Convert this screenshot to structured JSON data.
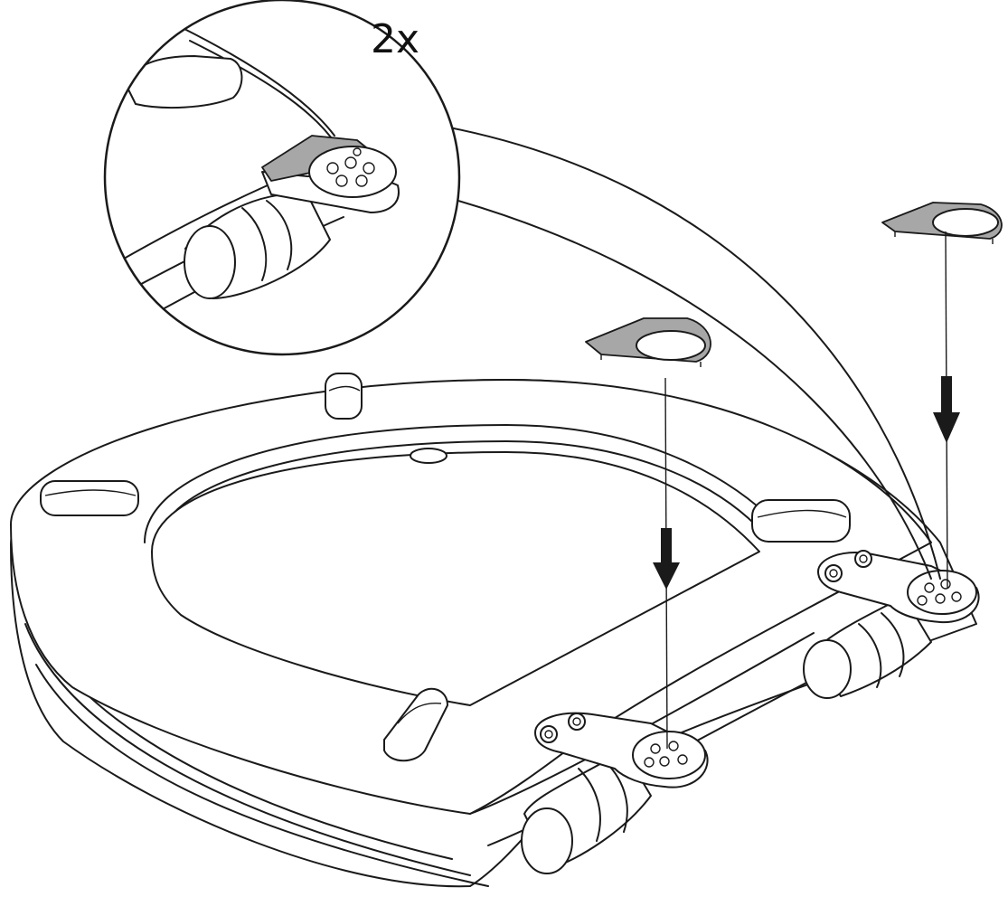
{
  "callout": {
    "quantity_label": "2x"
  },
  "colors": {
    "line": "#1a1a1a",
    "plate_fill": "#a7a7a7",
    "background": "#ffffff"
  },
  "parts": {
    "plate_icon": "hinge-plate-icon",
    "arrow_icon": "down-arrow-icon",
    "seat": "toilet-seat",
    "hinge": "hinge-bracket",
    "bumper": "rubber-bumper"
  }
}
